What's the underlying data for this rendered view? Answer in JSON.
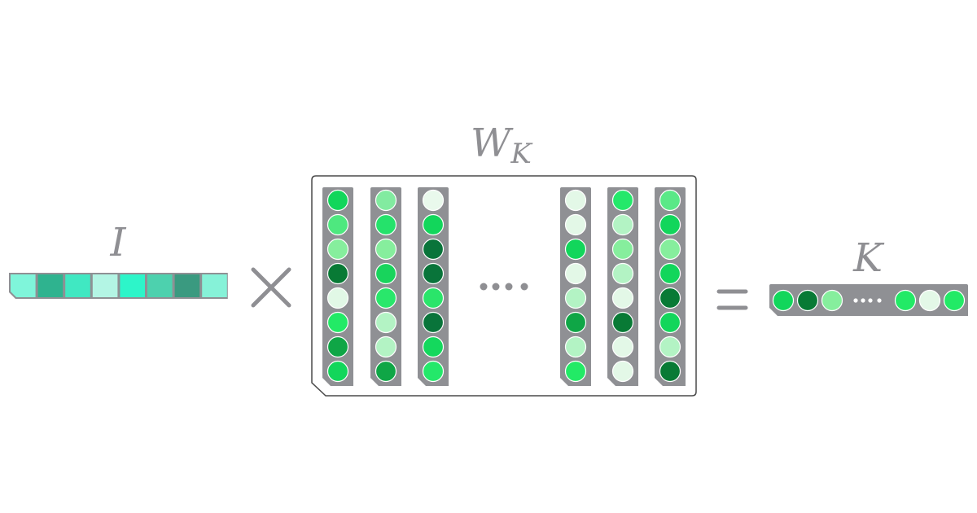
{
  "labels": {
    "input": "I",
    "weight_main": "W",
    "weight_sub": "K",
    "output": "K"
  },
  "operators": {
    "times": "×",
    "equals": "="
  },
  "colors": {
    "frame": "#8f9094",
    "border": "#4a4a4a",
    "text": "#8f8f93"
  },
  "input_vector": [
    "#7ff5da",
    "#2fb38f",
    "#40e8c2",
    "#b3f5e4",
    "#2df5c9",
    "#4dd1ae",
    "#3a9a80",
    "#86f2d8"
  ],
  "weight_columns": [
    [
      "#12d65b",
      "#4ee87f",
      "#86ee9d",
      "#087a35",
      "#e1f8e6",
      "#22ea66",
      "#0fa646",
      "#12d65b"
    ],
    [
      "#82eba0",
      "#25e26b",
      "#86ee9d",
      "#18d45c",
      "#29e76b",
      "#b3f3c4",
      "#b3f3c4",
      "#0fa646"
    ],
    [
      "#e9f9ec",
      "#12d65b",
      "#09743a",
      "#09743a",
      "#2ae56a",
      "#09743a",
      "#14d85d",
      "#24e86a"
    ],
    [
      "#e3f8e7",
      "#e3f8e7",
      "#12d65b",
      "#e3f8e7",
      "#b3f3c4",
      "#0fa646",
      "#b3f3c4",
      "#22ea66"
    ],
    [
      "#24e86a",
      "#b3f3c4",
      "#86ee9d",
      "#b3f3c4",
      "#e3f8e7",
      "#087a35",
      "#e3f8e7",
      "#e3f8e7"
    ],
    [
      "#5ae887",
      "#12d65b",
      "#86ee9d",
      "#12d65b",
      "#087a35",
      "#12d65b",
      "#b3f3c4",
      "#087a35"
    ]
  ],
  "output_vector": {
    "left": [
      "#12d65b",
      "#087a35",
      "#86ee9d"
    ],
    "right": [
      "#22ea66",
      "#e3f8e7",
      "#22ea66"
    ]
  }
}
